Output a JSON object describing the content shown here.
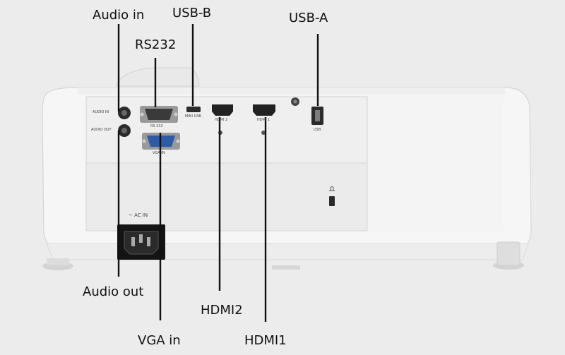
{
  "callouts": {
    "audio_in": "Audio in",
    "usb_b": "USB-B",
    "rs232": "RS232",
    "usb_a": "USB-A",
    "audio_out": "Audio out",
    "hdmi2": "HDMI2",
    "vga_in": "VGA in",
    "hdmi1": "HDMI1"
  },
  "panel_labels": {
    "audio_in": "AUDIO IN",
    "audio_out": "AUDIO OUT",
    "rs232": "RS 232",
    "mini_usb": "MINI USB",
    "hdmi2": "HDMI 2",
    "hdmi1": "HDMI 1",
    "usb": "USB",
    "vga_in": "VGA IN",
    "ac_in": "~ AC IN"
  },
  "colors": {
    "background": "#ececec",
    "projector_body": "#f7f7f7",
    "panel": "#eeeeee",
    "leader_line": "#111111"
  }
}
